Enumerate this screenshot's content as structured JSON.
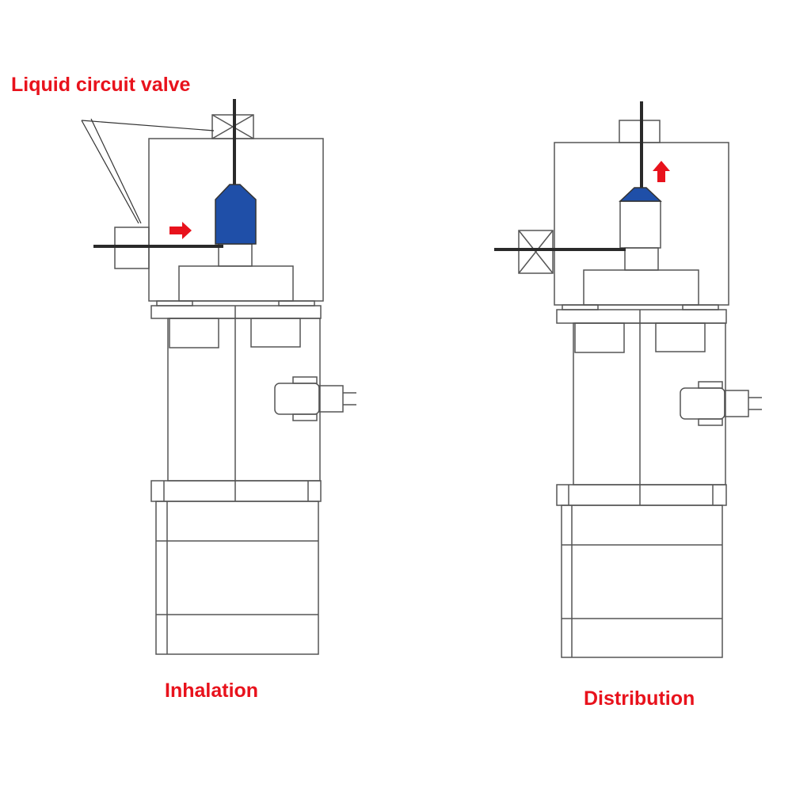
{
  "labels": {
    "valve_callout": "Liquid circuit valve",
    "left_caption": "Inhalation",
    "right_caption": "Distribution"
  },
  "colors": {
    "outline": "#555555",
    "tube": "#2a2a2a",
    "piston": "#1f4fa8",
    "arrow": "#e8121c",
    "label": "#e8121c"
  }
}
